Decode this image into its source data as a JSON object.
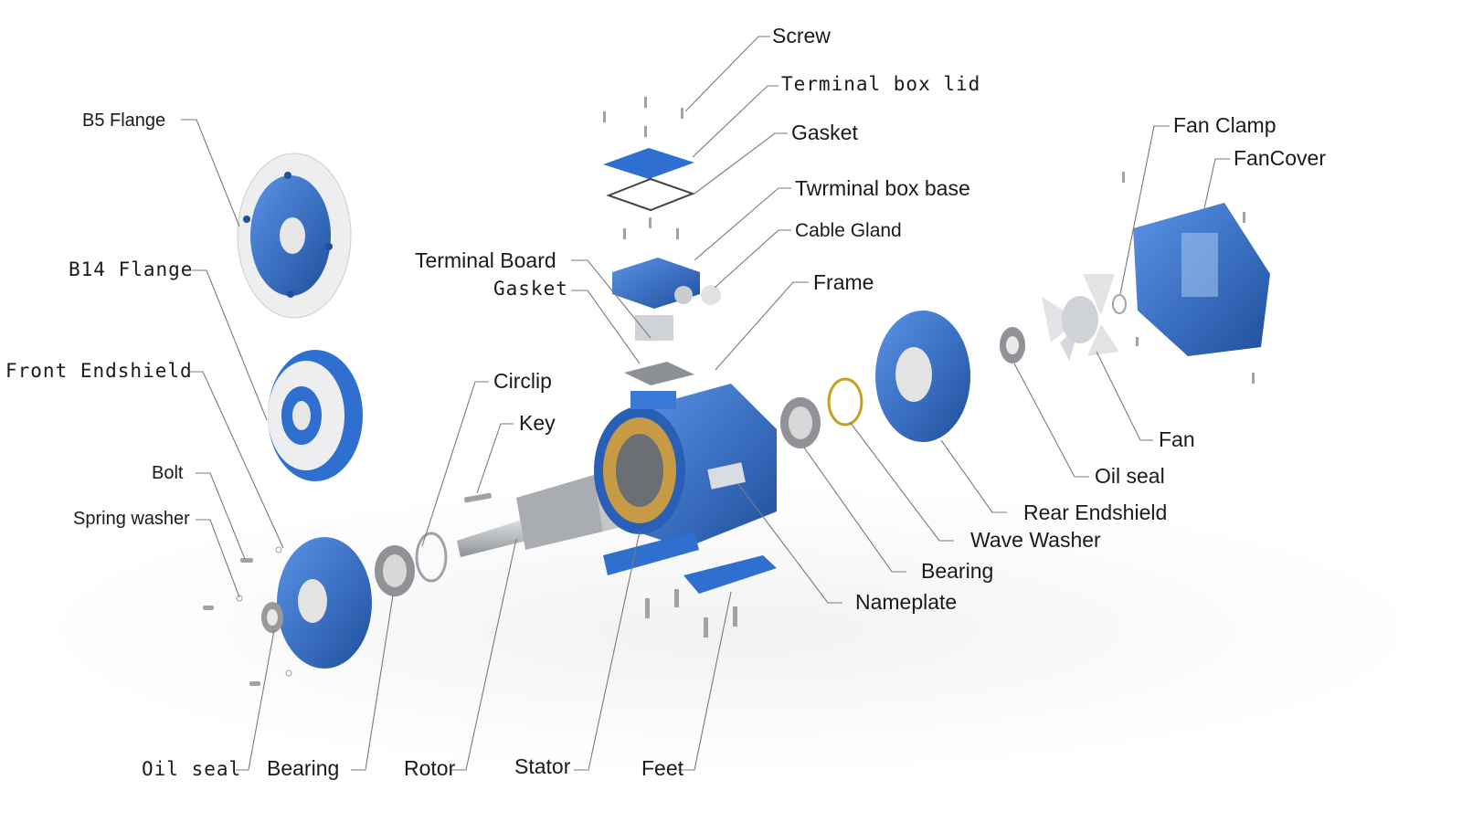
{
  "labels": {
    "screw": "Screw",
    "terminal_box_lid": "Terminal box lid",
    "gasket_top": "Gasket",
    "terminal_box_base": "Twrminal box base",
    "cable_gland": "Cable Gland",
    "terminal_board": "Terminal Board",
    "gasket_mid": "Gasket",
    "frame": "Frame",
    "fan_clamp": "Fan Clamp",
    "fan_cover": "FanCover",
    "b5_flange": "B5 Flange",
    "b14_flange": "B14 Flange",
    "front_endshield": "Front Endshield",
    "bolt": "Bolt",
    "spring_washer": "Spring washer",
    "circlip": "Circlip",
    "key": "Key",
    "fan": "Fan",
    "oil_seal_right": "Oil seal",
    "rear_endshield": "Rear Endshield",
    "wave_washer": "Wave Washer",
    "bearing_right": "Bearing",
    "nameplate": "Nameplate",
    "oil_seal_bottom": "Oil seal",
    "bearing_bottom": "Bearing",
    "rotor": "Rotor",
    "stator": "Stator",
    "feet": "Feet"
  },
  "colors": {
    "part_blue": "#2f6fd0",
    "part_blue_dark": "#1f4f9e",
    "steel": "#b9bcc0",
    "copper": "#c79a45",
    "leader": "#7a7a7a"
  }
}
